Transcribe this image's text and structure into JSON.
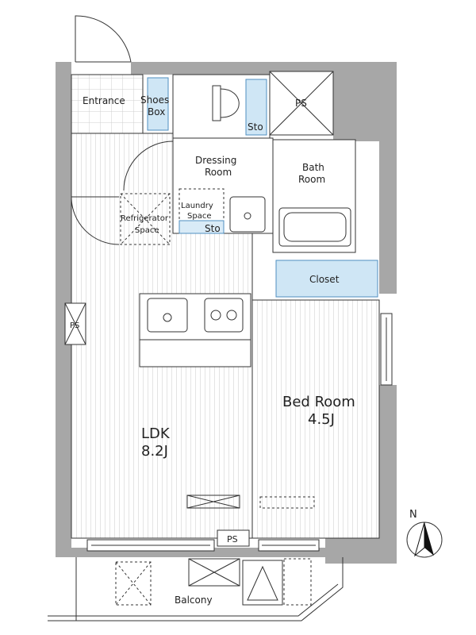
{
  "rooms": {
    "entrance": "Entrance",
    "shoes_box_line1": "Shoes",
    "shoes_box_line2": "Box",
    "ps_top": "PS",
    "sto_toilet": "Sto",
    "dressing_line1": "Dressing",
    "dressing_line2": "Room",
    "bath_line1": "Bath",
    "bath_line2": "Room",
    "laundry_line1": "Laundry",
    "laundry_line2": "Space",
    "sto_laundry": "Sto",
    "refrigerator_line1": "Refrigerator",
    "refrigerator_line2": "Space",
    "closet": "Closet",
    "ps_left": "PS",
    "ldk_line1": "LDK",
    "ldk_line2": "8.2J",
    "bed_line1": "Bed Room",
    "bed_line2": "4.5J",
    "ps_bottom": "PS",
    "balcony": "Balcony"
  },
  "compass": {
    "label": "N"
  },
  "colors": {
    "wall": "#a7a7a7",
    "storage_fill": "#cfe6f5",
    "storage_stroke": "#4f8fc0",
    "line": "#333333"
  }
}
